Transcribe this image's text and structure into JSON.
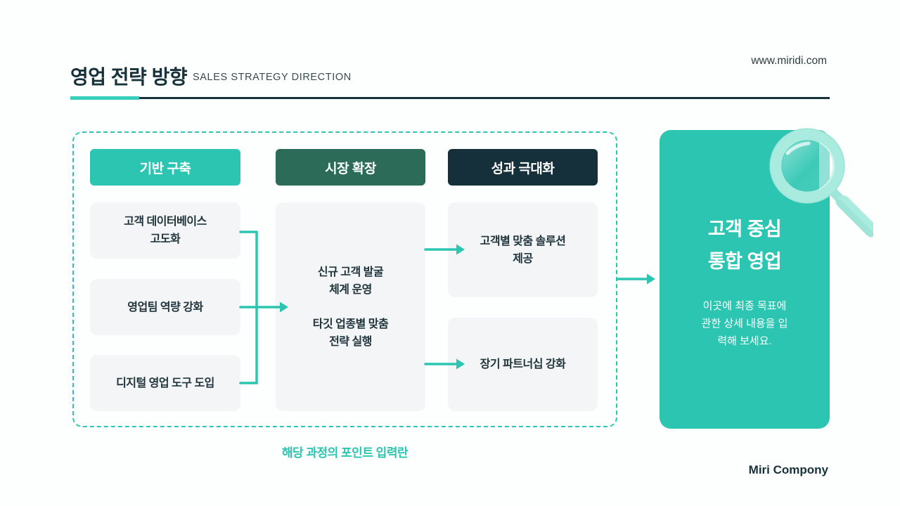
{
  "header": {
    "title": "영업 전략 방향",
    "subtitle": "SALES STRATEGY DIRECTION",
    "website": "www.miridi.com"
  },
  "columns": [
    {
      "header": "기반 구축",
      "items": [
        "고객 데이터베이스\n고도화",
        "영업팀 역량 강화",
        "디지털 영업 도구 도입"
      ]
    },
    {
      "header": "시장 확장",
      "items": [
        "신규 고객 발굴\n체계 운영",
        "타깃 업종별 맞춤\n전략 실행"
      ]
    },
    {
      "header": "성과 극대화",
      "items": [
        "고객별 맞춤 솔루션\n제공",
        "장기 파트너십 강화"
      ]
    }
  ],
  "goal_panel": {
    "title": "고객 중심\n통합 영업",
    "description": "이곳에 최종 목표에\n관한 상세 내용을 입\n력해 보세요.",
    "icon": "magnifier-icon"
  },
  "caption": "해당 과정의 포인트 입력란",
  "footer": {
    "company": "Miri Compony"
  },
  "colors": {
    "accent_teal": "#2cc5b1",
    "accent_teal_light": "#38cfba",
    "stage2_green": "#2b6b58",
    "stage3_navy": "#15303a",
    "card_bg": "#f3f5f6",
    "text_dark": "#17323a",
    "mint": "#a9ebde"
  }
}
